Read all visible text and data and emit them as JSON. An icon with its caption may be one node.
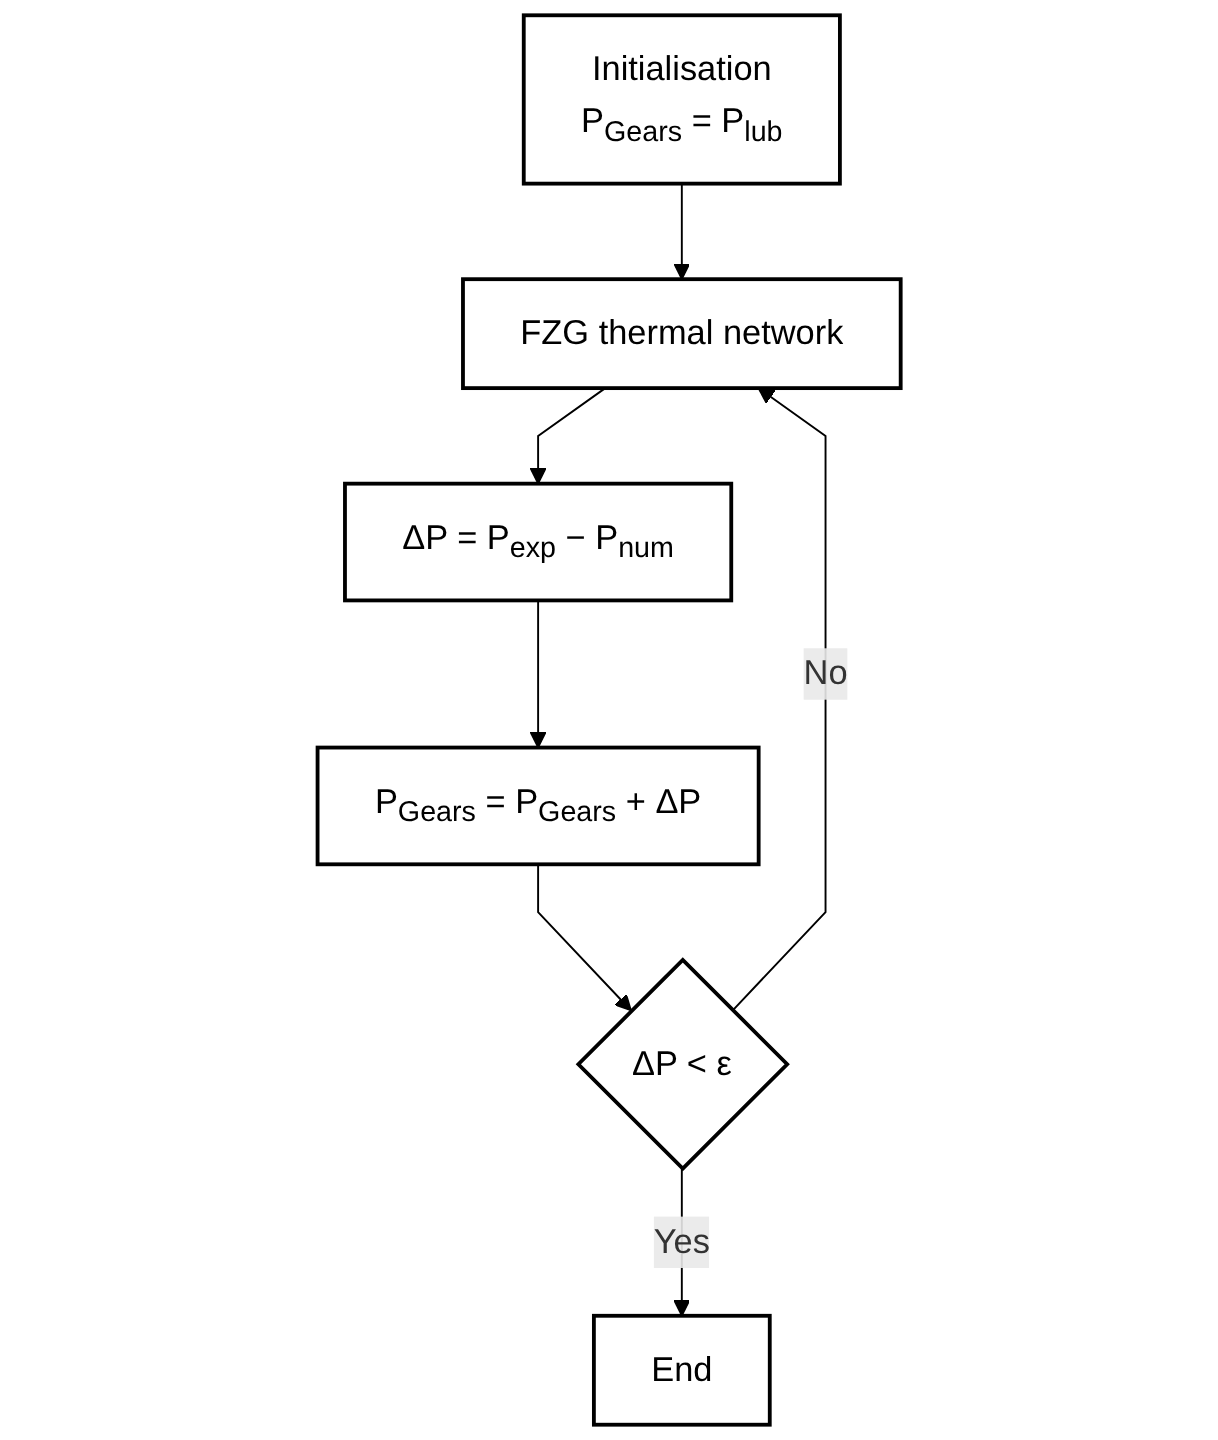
{
  "diagram": {
    "nodes": [
      {
        "text": [
          "Initialisation",
          "P$_{Gears}$ = P$_{lub}$"
        ]
      },
      {
        "text": [
          "FZG thermal network"
        ]
      },
      {
        "text": [
          "ΔP = P$_{exp}$ − P$_{num}$"
        ]
      },
      {
        "text": [
          "P$_{Gears}$ = P$_{Gears}$ + ΔP"
        ]
      },
      {
        "text": [
          "ΔP < ε"
        ]
      },
      {
        "text": [
          "End"
        ]
      }
    ],
    "edges": [
      {
        "from": 0,
        "to": 1,
        "arrow": "to"
      },
      {
        "from": 1,
        "to": 2,
        "arrow": "to"
      },
      {
        "from": 2,
        "to": 3,
        "arrow": "to"
      },
      {
        "from": 3,
        "to": 4,
        "arrow": "to"
      },
      {
        "from": 4,
        "to": 1,
        "arrow": "to",
        "label": "No"
      },
      {
        "from": 4,
        "to": 5,
        "arrow": "to",
        "label": "Yes"
      }
    ]
  }
}
